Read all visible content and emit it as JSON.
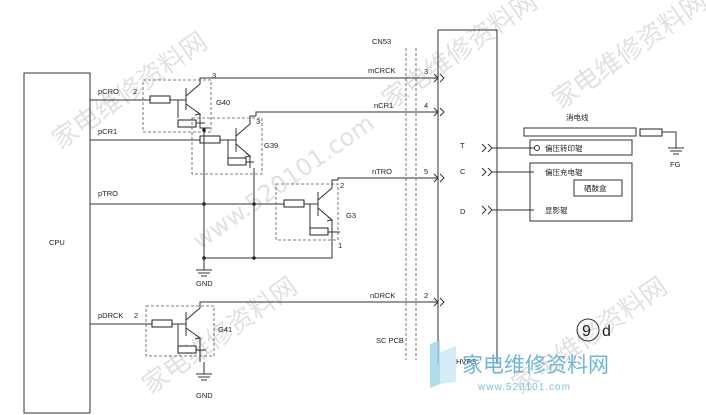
{
  "cpu": {
    "label": "CPU"
  },
  "signals": {
    "pcro": "pCRO",
    "pcr1": "pCR1",
    "ptro": "pTRO",
    "pdrck": "pDRCK",
    "mcrck": "mCRCK",
    "ncr1": "nCR1",
    "ntro": "nTRO",
    "ndrck": "nDRCK"
  },
  "transistors": {
    "g40": "G40",
    "g39": "G39",
    "g3": "G3",
    "g41": "G41"
  },
  "pins": {
    "p1": "1",
    "p2": "2",
    "p3": "3",
    "p4": "4",
    "p5": "5"
  },
  "ground": {
    "label": "GND"
  },
  "connector": {
    "cn53": "CN53",
    "sc_pcb": "SC PCB",
    "hvps": "HVPS"
  },
  "hvps_terms": {
    "t": "T",
    "c": "C",
    "d": "D"
  },
  "parts": {
    "discharge_line": "消电线",
    "transfer_roller": "偏压转印辊",
    "charge_roller": "偏压充电辊",
    "drum_box": "硒鼓盒",
    "developer_roller": "显影辊",
    "fg": "FG"
  },
  "figure_mark": {
    "num": "9",
    "letter": "d"
  },
  "watermark": {
    "site": "家电维修资料网",
    "url": "www.520101.com"
  }
}
